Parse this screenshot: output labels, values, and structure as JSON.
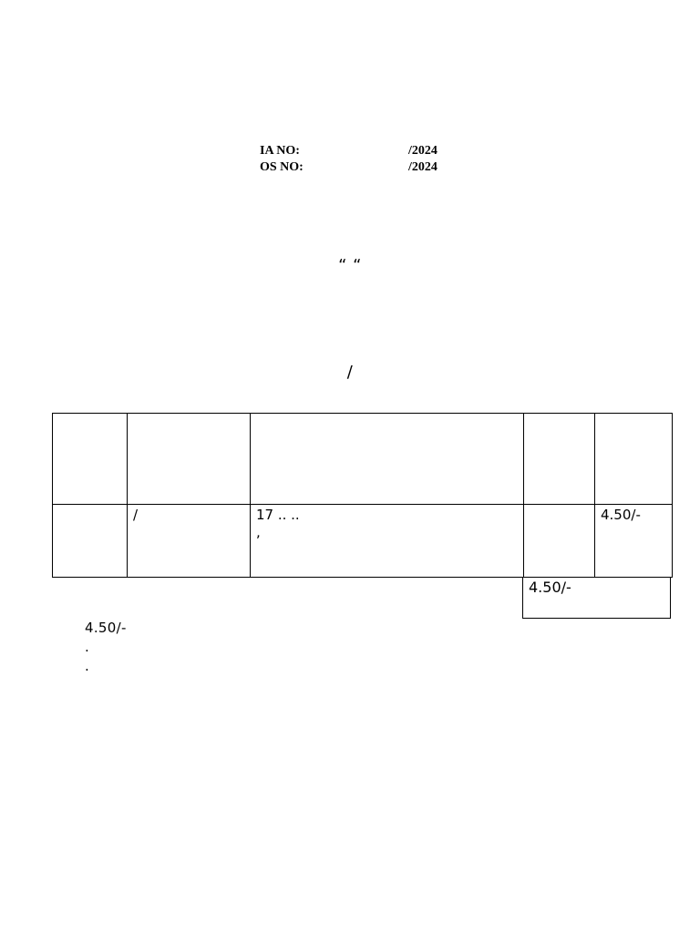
{
  "document": {
    "title_line1": "",
    "title_line2": "",
    "case_numbers": [
      {
        "label": "IA NO:",
        "value": "/2024"
      },
      {
        "label": "OS NO:",
        "value": "/2024"
      }
    ],
    "party1_line1": "",
    "party1_line2": "",
    "quote": "“ “",
    "party2_line1": "",
    "party2_line2": "",
    "heading_line1": "",
    "heading_line2": "/ "
  },
  "table": {
    "headers": [
      " ",
      " ",
      "    ",
      " ",
      ""
    ],
    "rows": [
      [
        " ",
        " /",
        " 17 .. .. \n,\n",
        "",
        "4.50/-"
      ]
    ]
  },
  "total": {
    "label": "",
    "value": "4.50/-"
  },
  "paragraph": {
    "line1": "  4.50/-",
    "line2": ".  ",
    "line3": "  ."
  },
  "signature": ""
}
